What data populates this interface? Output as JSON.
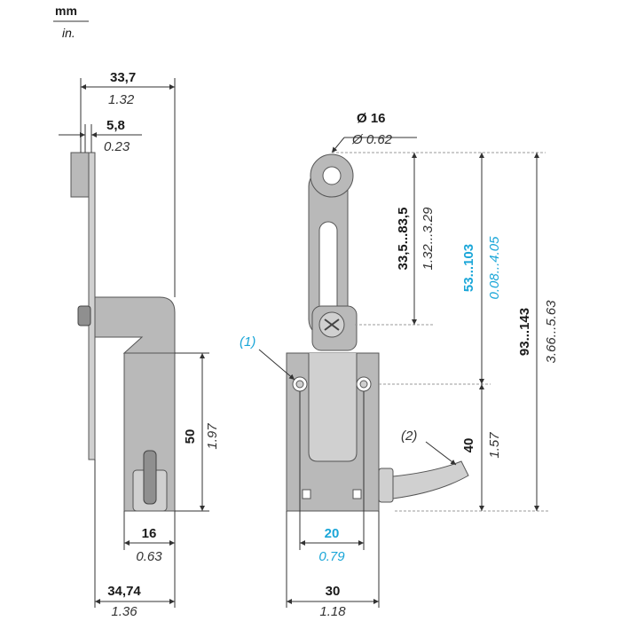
{
  "units": {
    "primary": "mm",
    "secondary": "in."
  },
  "colors": {
    "accent": "#1aa6d8",
    "line": "#333333",
    "body": "#b9b9b9"
  },
  "side_view": {
    "width_top": {
      "mm": "33,7",
      "in": "1.32"
    },
    "lever_thickness": {
      "mm": "5,8",
      "in": "0.23"
    },
    "body_height": {
      "mm": "50",
      "in": "1.97"
    },
    "body_width": {
      "mm": "16",
      "in": "0.63"
    },
    "overall_width": {
      "mm": "34,74",
      "in": "1.36"
    }
  },
  "front_view": {
    "roller_diameter": {
      "mm": "Ø 16",
      "in": "Ø 0.62"
    },
    "lever_adjust": {
      "mm": "33,5...83,5",
      "in": "1.32...3.29"
    },
    "lever_range": {
      "mm": "53...103",
      "in": "0.08...4.05"
    },
    "overall_height": {
      "mm": "93...143",
      "in": "3.66...5.63"
    },
    "head_height": {
      "mm": "40",
      "in": "1.57"
    },
    "hole_spacing": {
      "mm": "20",
      "in": "0.79"
    },
    "body_width": {
      "mm": "30",
      "in": "1.18"
    },
    "note_1": "(1)",
    "note_2": "(2)"
  }
}
